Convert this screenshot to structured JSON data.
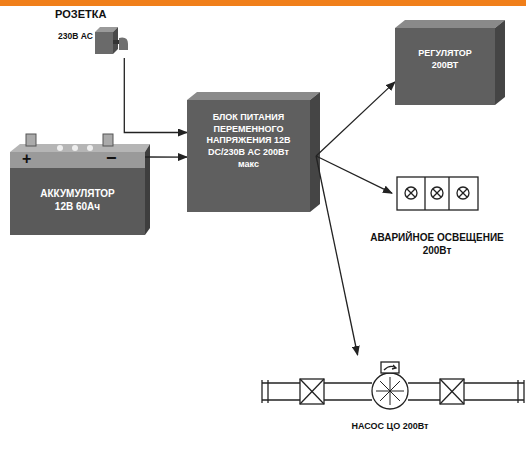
{
  "diagram": {
    "nodes": [
      {
        "text": [
          "РОЗЕТКА",
          "230В AC"
        ]
      },
      {
        "text": [
          "АККУМУЛЯТОР 12В 60Ач"
        ]
      },
      {
        "text": [
          "БЛОК ПИТАНИЯ ПЕРЕМЕННОГО НАПРЯЖЕНИЯ 12В DC/230В AC 200Вт макс"
        ]
      },
      {
        "text": [
          "РЕГУЛЯТОР 200ВТ"
        ]
      },
      {
        "text": [
          "АВАРИЙНОЕ ОСВЕЩЕНИЕ 200Вт"
        ]
      },
      {
        "text": [
          "НАСОС ЦО 200Вт"
        ]
      }
    ],
    "edges": [
      {
        "from": 0,
        "to": 2,
        "arrow": "to"
      },
      {
        "from": 1,
        "to": 2,
        "arrow": "to"
      },
      {
        "from": 2,
        "to": 3,
        "arrow": "to"
      },
      {
        "from": 2,
        "to": 4,
        "arrow": "to"
      },
      {
        "from": 2,
        "to": 5,
        "arrow": "to"
      }
    ],
    "labels": [
      "+",
      "−"
    ]
  }
}
